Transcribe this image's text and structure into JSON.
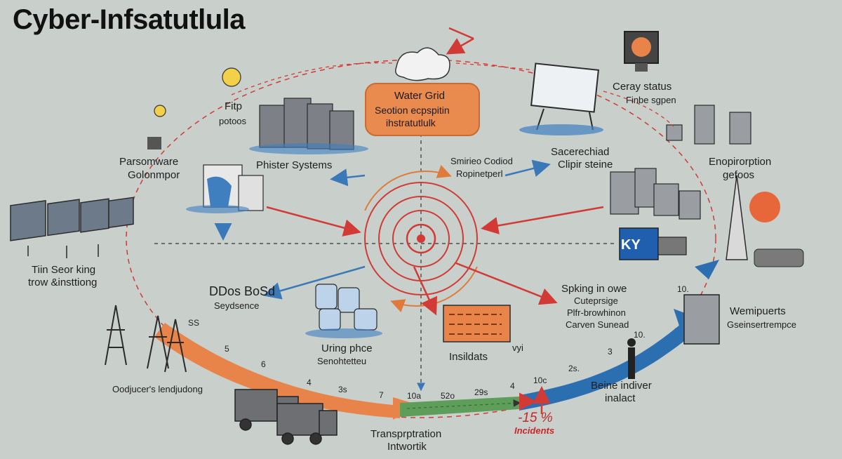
{
  "title": "Cyber-Infsatutlula",
  "center": {
    "heading": "Water Grid",
    "line1": "Seotion ecpspitin",
    "line2": "ihstratutlulk"
  },
  "labels": {
    "fitp": "Fitp",
    "potoos": "potoos",
    "ransomware1": "Parsomware",
    "ransomware2": "Golonmpor",
    "phister": "Phister Systems",
    "smiried1": "Smirieo Codiod",
    "smiried2": "Ropinetperl",
    "sacerechiad1": "Sacerechiad",
    "sacerechiad2": "Clipir steine",
    "ceray1": "Ceray status",
    "ceray2": "Finbe sgpen",
    "enopirorption1": "Enopirorption",
    "enopirorption2": "gefoos",
    "tiin1": "Tiin Seor king",
    "tiin2": "trow &insttiong",
    "ddos1": "DDos BoSd",
    "ddos2": "Seydsence",
    "spking1": "Spking in owe",
    "spking2": "Cuteprsige",
    "spking3": "Plfr-browhinon",
    "spking4": "Carven Sunead",
    "wemipuerts1": "Wemipuerts",
    "wemipuerts2": "Gseinsertrempce",
    "uring1": "Uring phce",
    "uring2": "Senohtetteu",
    "insildats": "Insildats",
    "vyi": "vyi",
    "oodjucer": "Oodjucer's lendjudong",
    "transport1": "Transprptration",
    "transport2": "Intwortik",
    "beine1": "Beine indiver",
    "beine2": "inalact",
    "percent": "-15 %",
    "incidents": "Incidents",
    "monitor_text": "KY"
  },
  "numbers": {
    "n_ss": "SS",
    "n5": "5",
    "n6": "6",
    "n4": "4",
    "n3s": "3s",
    "n7": "7",
    "n10a": "10a",
    "n52o": "52o",
    "n29s": "29s",
    "n4b": "4",
    "n10c": "10c",
    "n2s": "2s.",
    "n3": "3",
    "n10": "10.",
    "n10t": "10."
  },
  "colors": {
    "background": "#c9d0cc",
    "orange_flow": "#e8834a",
    "green_flow": "#5e9e5a",
    "blue_flow": "#2c6fb0",
    "red_arrow": "#d13a35",
    "blue_arrow": "#3a78b8",
    "center_box": "#e98a4f"
  }
}
